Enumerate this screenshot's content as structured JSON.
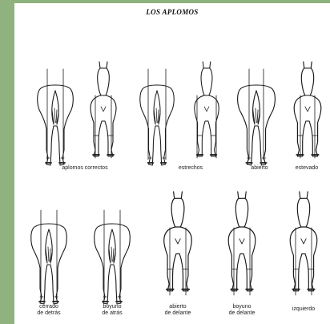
{
  "title": "LOS APLOMOS",
  "row1": {
    "captions": [
      "aplomos correctos",
      "estrechos",
      "abierto",
      "estevado"
    ],
    "figures": [
      "rear-correct",
      "front-correct",
      "rear-narrow",
      "front-narrow",
      "rear-open",
      "front-open"
    ]
  },
  "row2": {
    "captions": [
      "cerrado\nde detrás",
      "boyuno\nde atrás",
      "abierto\nde delante",
      "boyuno\nde delante",
      "izquierdo"
    ],
    "figures": [
      "rear-closed",
      "rear-cowhocked",
      "front-open",
      "front-cowhocked",
      "front-left"
    ]
  },
  "colors": {
    "background_border": "#8fb27e",
    "ink": "#1a1a1a",
    "sheet": "#ffffff"
  }
}
